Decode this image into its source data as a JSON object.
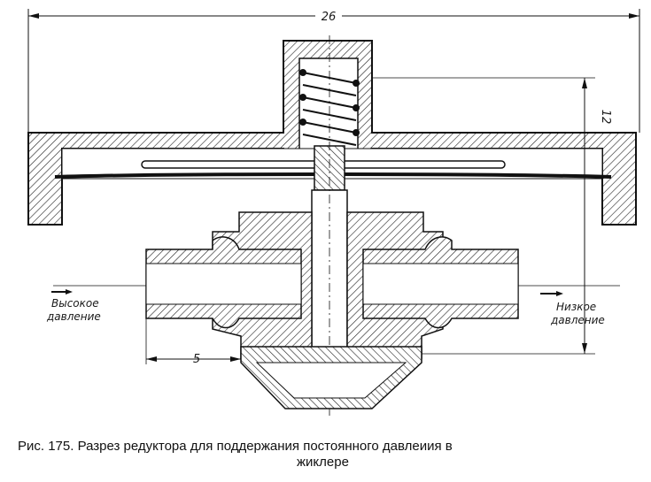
{
  "figure": {
    "dims": {
      "overall_width": "26",
      "height_right": "12",
      "inlet_length": "5"
    },
    "labels": {
      "high_pressure": [
        "Высокое",
        "давление"
      ],
      "low_pressure": [
        "Низкое",
        "давление"
      ]
    },
    "caption": {
      "line1": "Рис. 175. Разрез редуктора  для  поддержания постоянного давлеиия в",
      "line2": "жиклере"
    }
  }
}
